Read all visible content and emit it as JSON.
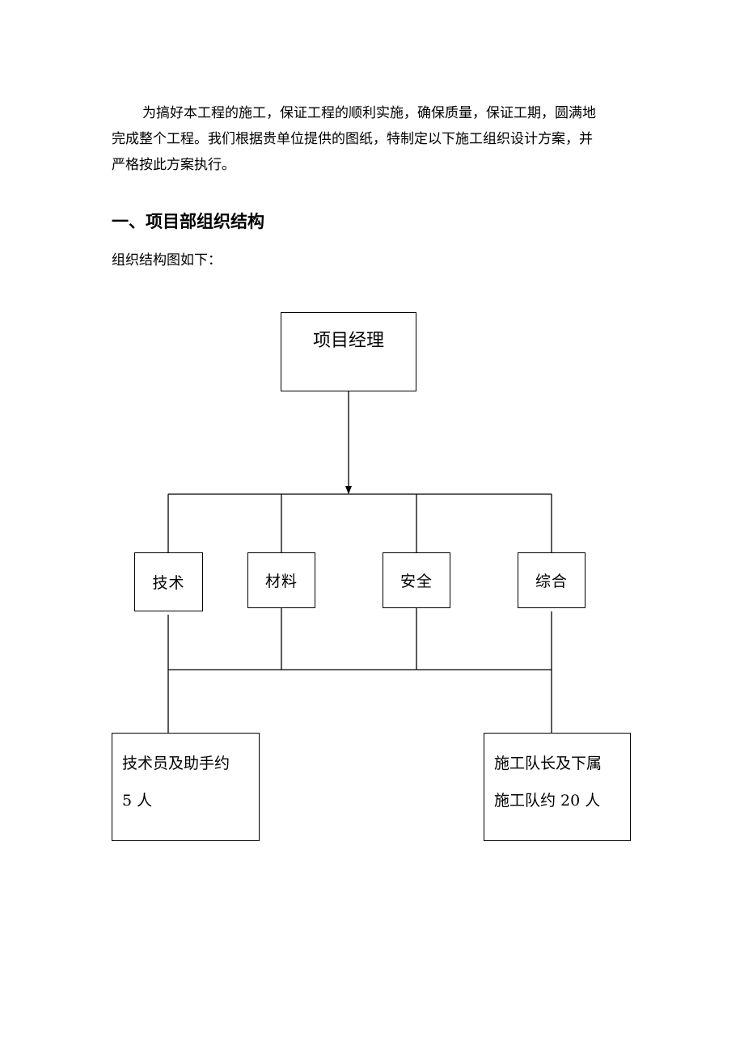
{
  "intro": {
    "lines": [
      "为搞好本工程的施工，保证工程的顺利实施，确保质量，保证工期，圆满地",
      "完成整个工程。我们根据贵单位提供的图纸，特制定以下施工组织设计方案，并",
      "严格按此方案执行。"
    ]
  },
  "section": {
    "title": "一、项目部组织结构",
    "subtitle": "组织结构图如下："
  },
  "org_chart": {
    "top": "项目经理",
    "departments": [
      "技术",
      "材料",
      "安全",
      "综合"
    ],
    "teams": [
      {
        "line1": "技术员及助手约",
        "line2": "5 人"
      },
      {
        "line1": "施工队长及下属",
        "line2": "施工队约 20 人"
      }
    ]
  }
}
